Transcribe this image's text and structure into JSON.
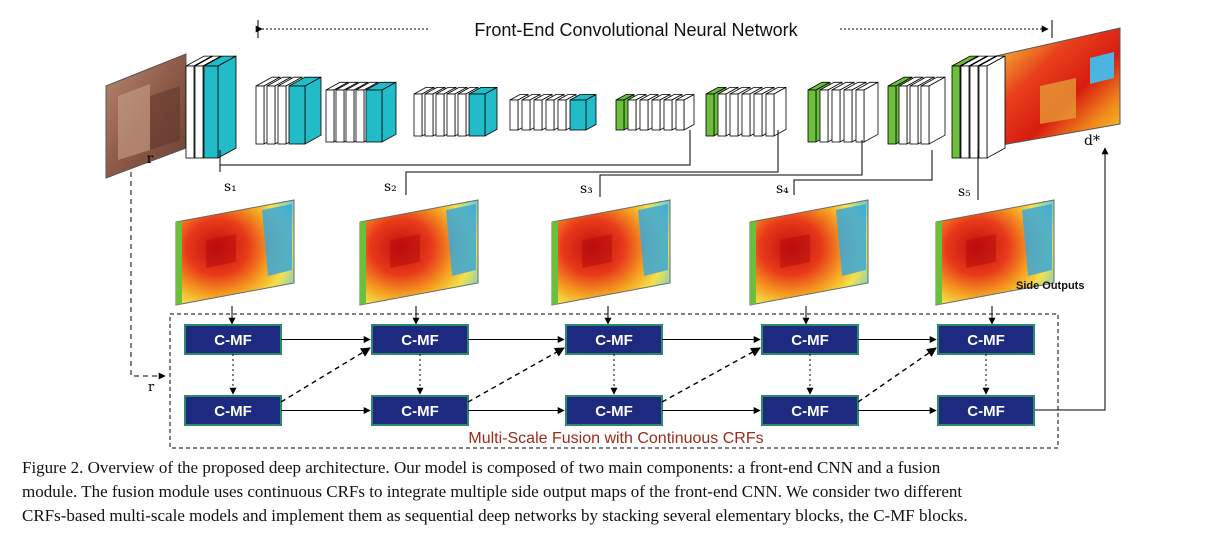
{
  "title": "Front-End Convolutional Neural Network",
  "labels": {
    "input": "r",
    "output": "d*",
    "fusion_input": "r",
    "side_outputs": "Side Outputs",
    "fusion_module": "Multi-Scale Fusion with Continuous CRFs"
  },
  "side_output_labels": [
    "s₁",
    "s₂",
    "s₃",
    "s₄",
    "s₅"
  ],
  "cmf_label": "C-MF",
  "caption_lines": [
    "Figure 2. Overview of the proposed deep architecture.  Our model is composed of two main components:  a front-end CNN and a fusion",
    "module. The fusion module uses continuous CRFs to integrate multiple side output maps of the front-end CNN. We consider two different",
    "CRFs-based multi-scale models and implement them as sequential deep networks by stacking several elementary blocks, the C-MF blocks."
  ],
  "colors": {
    "cyan_layer": "#22bcc8",
    "green_layer": "#6cbf3c",
    "cmf_block": "#1e2a80",
    "cmf_border": "#2c8a6a",
    "fusion_title": "#9a2a1a"
  }
}
